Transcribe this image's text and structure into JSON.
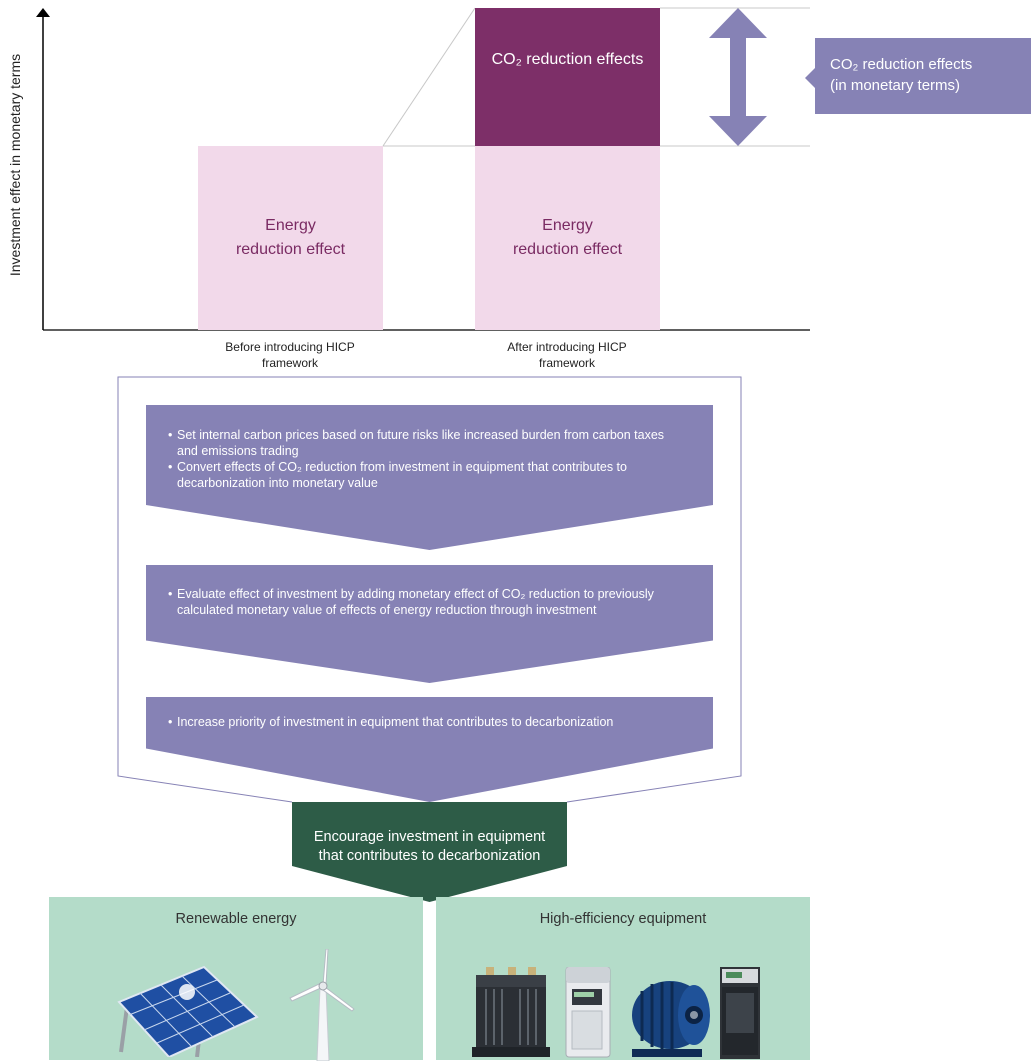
{
  "chart": {
    "y_axis_label": "Investment effect in monetary terms",
    "bars": [
      {
        "category": "Before introducing HICP framework",
        "segments": [
          {
            "label": "Energy reduction effect",
            "value": 1
          }
        ]
      },
      {
        "category": "After introducing HICP framework",
        "segments": [
          {
            "label": "Energy reduction effect",
            "value": 1
          },
          {
            "label": "CO₂ reduction effects",
            "value": 0.75
          }
        ]
      }
    ],
    "bar_labels": {
      "energy_line1": "Energy",
      "energy_line2": "reduction effect",
      "co2": "CO₂ reduction effects"
    },
    "categories": [
      {
        "line1": "Before introducing HICP",
        "line2": "framework"
      },
      {
        "line1": "After introducing HICP",
        "line2": "framework"
      }
    ],
    "callout": {
      "line1": "CO₂ reduction effects",
      "line2": "(in monetary terms)"
    },
    "colors": {
      "energy": "#f2d9ea",
      "co2": "#7d2f68",
      "accent": "#8682b5"
    }
  },
  "flow": {
    "steps": [
      {
        "bullets": [
          "Set internal carbon prices based on future risks like increased burden from carbon taxes and emissions trading",
          "Convert effects of CO₂ reduction from investment in equipment that contributes to decarbonization into monetary value"
        ]
      },
      {
        "bullets": [
          "Evaluate effect of investment by adding monetary effect of CO₂ reduction to previously calculated monetary value of effects of energy reduction through investment"
        ]
      },
      {
        "bullets": [
          "Increase priority of investment in equipment that contributes to decarbonization"
        ]
      }
    ],
    "outcome": {
      "line1": "Encourage investment in equipment",
      "line2": "that contributes to decarbonization"
    },
    "colors": {
      "step": "#8682b5",
      "outcome": "#2d5c47",
      "panel": "#b4dcc9"
    }
  },
  "examples": [
    {
      "title": "Renewable energy",
      "icons": [
        "solar-panel-icon",
        "wind-turbine-icon"
      ]
    },
    {
      "title": "High-efficiency equipment",
      "icons": [
        "transformer-icon",
        "inverter-icon",
        "electric-motor-icon",
        "compressor-icon"
      ]
    }
  ]
}
